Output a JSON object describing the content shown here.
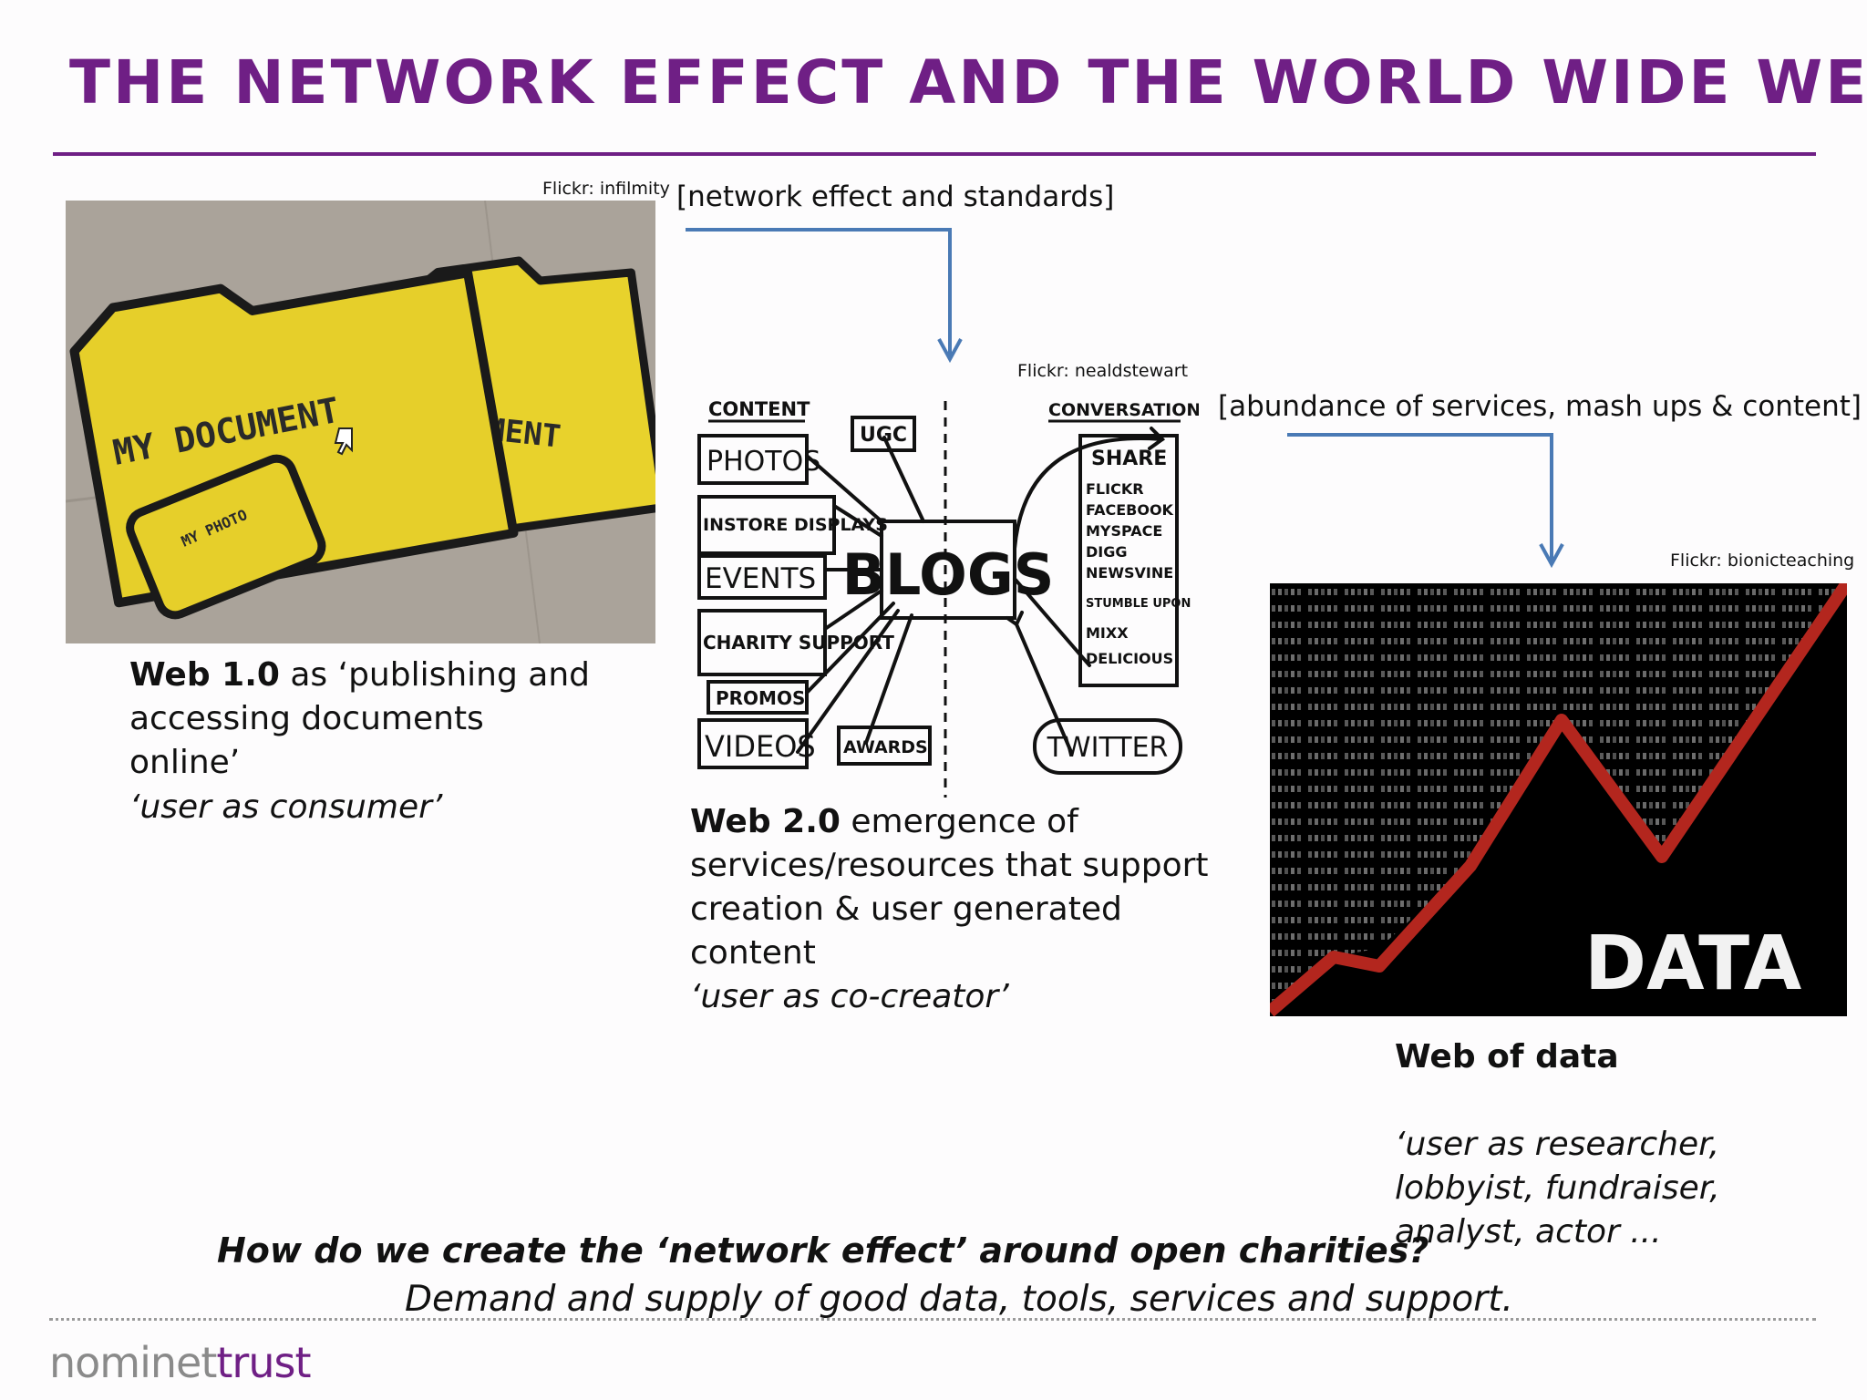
{
  "title": "THE NETWORK EFFECT AND THE WORLD WIDE WEB",
  "colors": {
    "brand": "#6f1f85",
    "arrow": "#4a7ab5",
    "text": "#111111"
  },
  "web1": {
    "credit": "Flickr: infilmity",
    "photo_text_main": "MY DOCUMENT",
    "photo_text_small": "MY PHOTO",
    "photo_text_back": "UMENT",
    "caption_bold": "Web 1.0",
    "caption_rest": " as ‘publishing and accessing documents online’",
    "role": "‘user as consumer’"
  },
  "web2": {
    "bracket": "[network effect and standards]",
    "credit": "Flickr: nealdstewart",
    "sketch": {
      "content_label": "CONTENT",
      "conversation_label": "CONVERSATION",
      "center": "BLOGS",
      "left_items": [
        "PHOTOS",
        "INSTORE DISPLAYS",
        "EVENTS",
        "CHARITY SUPPORT",
        "PROMOS",
        "VIDEOS"
      ],
      "ugc": "UGC",
      "awards": "AWARDS",
      "share_title": "SHARE",
      "share_items": [
        "FLICKR",
        "FACEBOOK",
        "MYSPACE",
        "DIGG",
        "NEWSVINE",
        "STUMBLE UPON",
        "MIXX",
        "DELICIOUS"
      ],
      "twitter": "TWITTER"
    },
    "caption_bold": "Web 2.0",
    "caption_rest": " emergence of services/resources that support creation & user generated content",
    "role": "‘user as co-creator’"
  },
  "web3": {
    "bracket": "[abundance of services, mash ups & content]",
    "credit": "Flickr: bionicteaching",
    "photo_word": "DATA",
    "caption_bold": "Web of data",
    "role": "‘user as researcher, lobbyist, fundraiser, analyst, actor ..."
  },
  "question": "How do we create the ‘network effect’ around open charities?",
  "answer": "Demand and supply of good data, tools, services and support.",
  "logo": {
    "part1": "nominet",
    "part2": "trust"
  }
}
